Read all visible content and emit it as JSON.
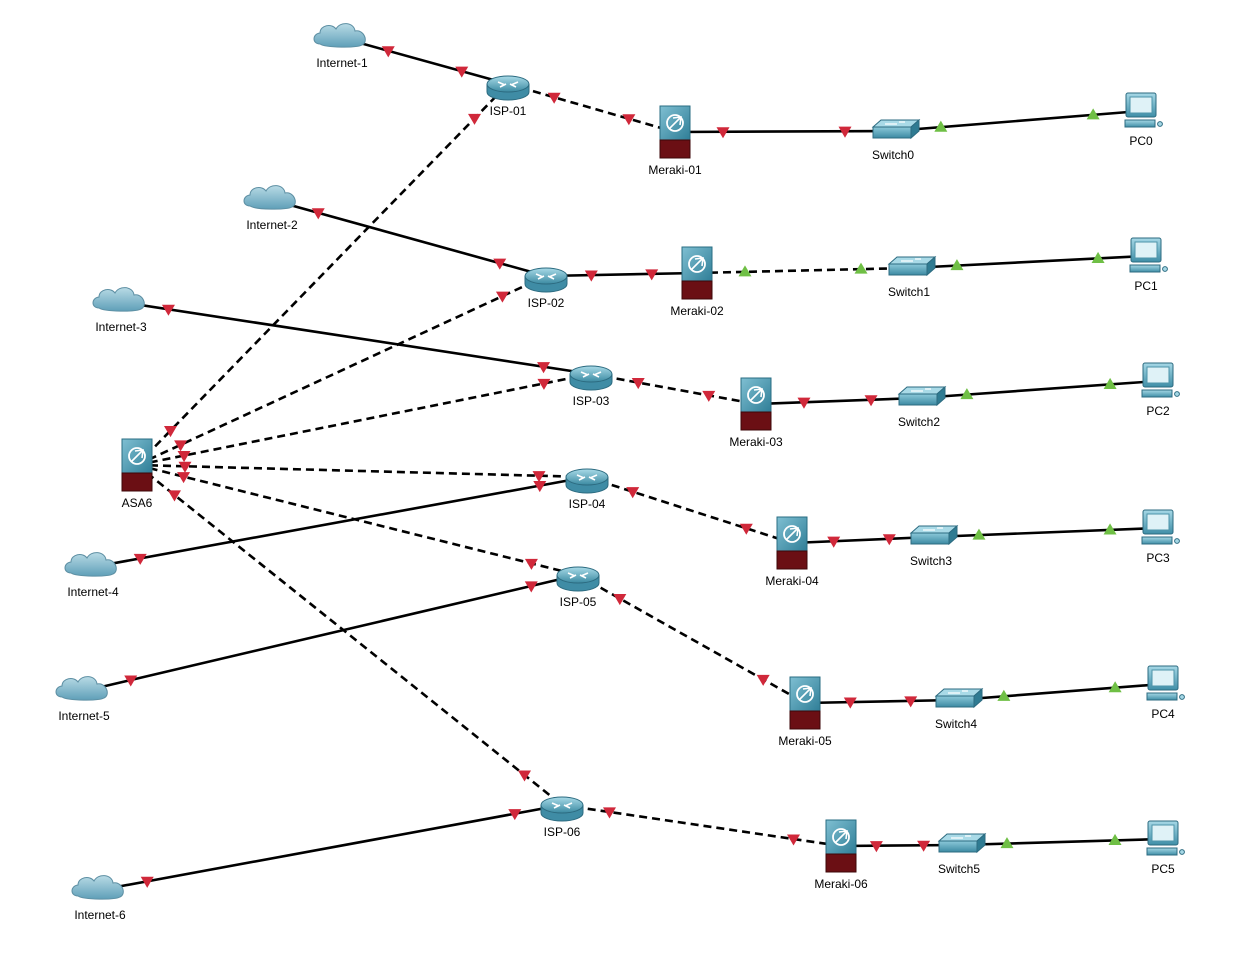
{
  "nodes": [
    {
      "id": "internet-1",
      "type": "cloud",
      "label": "Internet-1"
    },
    {
      "id": "internet-2",
      "type": "cloud",
      "label": "Internet-2"
    },
    {
      "id": "internet-3",
      "type": "cloud",
      "label": "Internet-3"
    },
    {
      "id": "internet-4",
      "type": "cloud",
      "label": "Internet-4"
    },
    {
      "id": "internet-5",
      "type": "cloud",
      "label": "Internet-5"
    },
    {
      "id": "internet-6",
      "type": "cloud",
      "label": "Internet-6"
    },
    {
      "id": "isp-01",
      "type": "router",
      "label": "ISP-01"
    },
    {
      "id": "isp-02",
      "type": "router",
      "label": "ISP-02"
    },
    {
      "id": "isp-03",
      "type": "router",
      "label": "ISP-03"
    },
    {
      "id": "isp-04",
      "type": "router",
      "label": "ISP-04"
    },
    {
      "id": "isp-05",
      "type": "router",
      "label": "ISP-05"
    },
    {
      "id": "isp-06",
      "type": "router",
      "label": "ISP-06"
    },
    {
      "id": "asa6",
      "type": "firewall",
      "label": "ASA6"
    },
    {
      "id": "meraki-01",
      "type": "firewall",
      "label": "Meraki-01"
    },
    {
      "id": "meraki-02",
      "type": "firewall",
      "label": "Meraki-02"
    },
    {
      "id": "meraki-03",
      "type": "firewall",
      "label": "Meraki-03"
    },
    {
      "id": "meraki-04",
      "type": "firewall",
      "label": "Meraki-04"
    },
    {
      "id": "meraki-05",
      "type": "firewall",
      "label": "Meraki-05"
    },
    {
      "id": "meraki-06",
      "type": "firewall",
      "label": "Meraki-06"
    },
    {
      "id": "switch0",
      "type": "switch",
      "label": "Switch0"
    },
    {
      "id": "switch1",
      "type": "switch",
      "label": "Switch1"
    },
    {
      "id": "switch2",
      "type": "switch",
      "label": "Switch2"
    },
    {
      "id": "switch3",
      "type": "switch",
      "label": "Switch3"
    },
    {
      "id": "switch4",
      "type": "switch",
      "label": "Switch4"
    },
    {
      "id": "switch5",
      "type": "switch",
      "label": "Switch5"
    },
    {
      "id": "pc0",
      "type": "pc",
      "label": "PC0"
    },
    {
      "id": "pc1",
      "type": "pc",
      "label": "PC1"
    },
    {
      "id": "pc2",
      "type": "pc",
      "label": "PC2"
    },
    {
      "id": "pc3",
      "type": "pc",
      "label": "PC3"
    },
    {
      "id": "pc4",
      "type": "pc",
      "label": "PC4"
    },
    {
      "id": "pc5",
      "type": "pc",
      "label": "PC5"
    }
  ],
  "links": [
    {
      "from": "internet-1",
      "to": "isp-01",
      "style": "solid",
      "status": [
        "down",
        "down"
      ]
    },
    {
      "from": "internet-2",
      "to": "isp-02",
      "style": "solid",
      "status": [
        "down",
        "down"
      ]
    },
    {
      "from": "internet-3",
      "to": "isp-03",
      "style": "solid",
      "status": [
        "down",
        "down"
      ]
    },
    {
      "from": "internet-4",
      "to": "isp-04",
      "style": "solid",
      "status": [
        "down",
        "down"
      ]
    },
    {
      "from": "internet-5",
      "to": "isp-05",
      "style": "solid",
      "status": [
        "down",
        "down"
      ]
    },
    {
      "from": "internet-6",
      "to": "isp-06",
      "style": "solid",
      "status": [
        "down",
        "down"
      ]
    },
    {
      "from": "isp-01",
      "to": "meraki-01",
      "style": "dashed",
      "status": [
        "down",
        "down"
      ]
    },
    {
      "from": "isp-02",
      "to": "meraki-02",
      "style": "solid",
      "status": [
        "down",
        "down"
      ]
    },
    {
      "from": "isp-03",
      "to": "meraki-03",
      "style": "dashed",
      "status": [
        "down",
        "down"
      ]
    },
    {
      "from": "isp-04",
      "to": "meraki-04",
      "style": "dashed",
      "status": [
        "down",
        "down"
      ]
    },
    {
      "from": "isp-05",
      "to": "meraki-05",
      "style": "dashed",
      "status": [
        "down",
        "down"
      ]
    },
    {
      "from": "isp-06",
      "to": "meraki-06",
      "style": "dashed",
      "status": [
        "down",
        "down"
      ]
    },
    {
      "from": "asa6",
      "to": "isp-01",
      "style": "dashed",
      "status": [
        "down",
        "down"
      ]
    },
    {
      "from": "asa6",
      "to": "isp-02",
      "style": "dashed",
      "status": [
        "down",
        "down"
      ]
    },
    {
      "from": "asa6",
      "to": "isp-03",
      "style": "dashed",
      "status": [
        "down",
        "down"
      ]
    },
    {
      "from": "asa6",
      "to": "isp-04",
      "style": "dashed",
      "status": [
        "down",
        "down"
      ]
    },
    {
      "from": "asa6",
      "to": "isp-05",
      "style": "dashed",
      "status": [
        "down",
        "down"
      ]
    },
    {
      "from": "asa6",
      "to": "isp-06",
      "style": "dashed",
      "status": [
        "down",
        "down"
      ]
    },
    {
      "from": "meraki-01",
      "to": "switch0",
      "style": "solid",
      "status": [
        "down",
        "down"
      ]
    },
    {
      "from": "meraki-02",
      "to": "switch1",
      "style": "dashed",
      "status": [
        "up",
        "up"
      ]
    },
    {
      "from": "meraki-03",
      "to": "switch2",
      "style": "solid",
      "status": [
        "down",
        "down"
      ]
    },
    {
      "from": "meraki-04",
      "to": "switch3",
      "style": "solid",
      "status": [
        "down",
        "down"
      ]
    },
    {
      "from": "meraki-05",
      "to": "switch4",
      "style": "solid",
      "status": [
        "down",
        "down"
      ]
    },
    {
      "from": "meraki-06",
      "to": "switch5",
      "style": "solid",
      "status": [
        "down",
        "down"
      ]
    },
    {
      "from": "switch0",
      "to": "pc0",
      "style": "solid",
      "status": [
        "up",
        "up"
      ]
    },
    {
      "from": "switch1",
      "to": "pc1",
      "style": "solid",
      "status": [
        "up",
        "up"
      ]
    },
    {
      "from": "switch2",
      "to": "pc2",
      "style": "solid",
      "status": [
        "up",
        "up"
      ]
    },
    {
      "from": "switch3",
      "to": "pc3",
      "style": "solid",
      "status": [
        "up",
        "up"
      ]
    },
    {
      "from": "switch4",
      "to": "pc4",
      "style": "solid",
      "status": [
        "up",
        "up"
      ]
    },
    {
      "from": "switch5",
      "to": "pc5",
      "style": "solid",
      "status": [
        "up",
        "up"
      ]
    }
  ],
  "colors": {
    "link": "#000000",
    "port_down": "#d0283a",
    "port_up": "#6fbf45",
    "cloud": "#7fb3c9",
    "device": "#3f8fa8",
    "firewall_base": "#6b0f14"
  }
}
